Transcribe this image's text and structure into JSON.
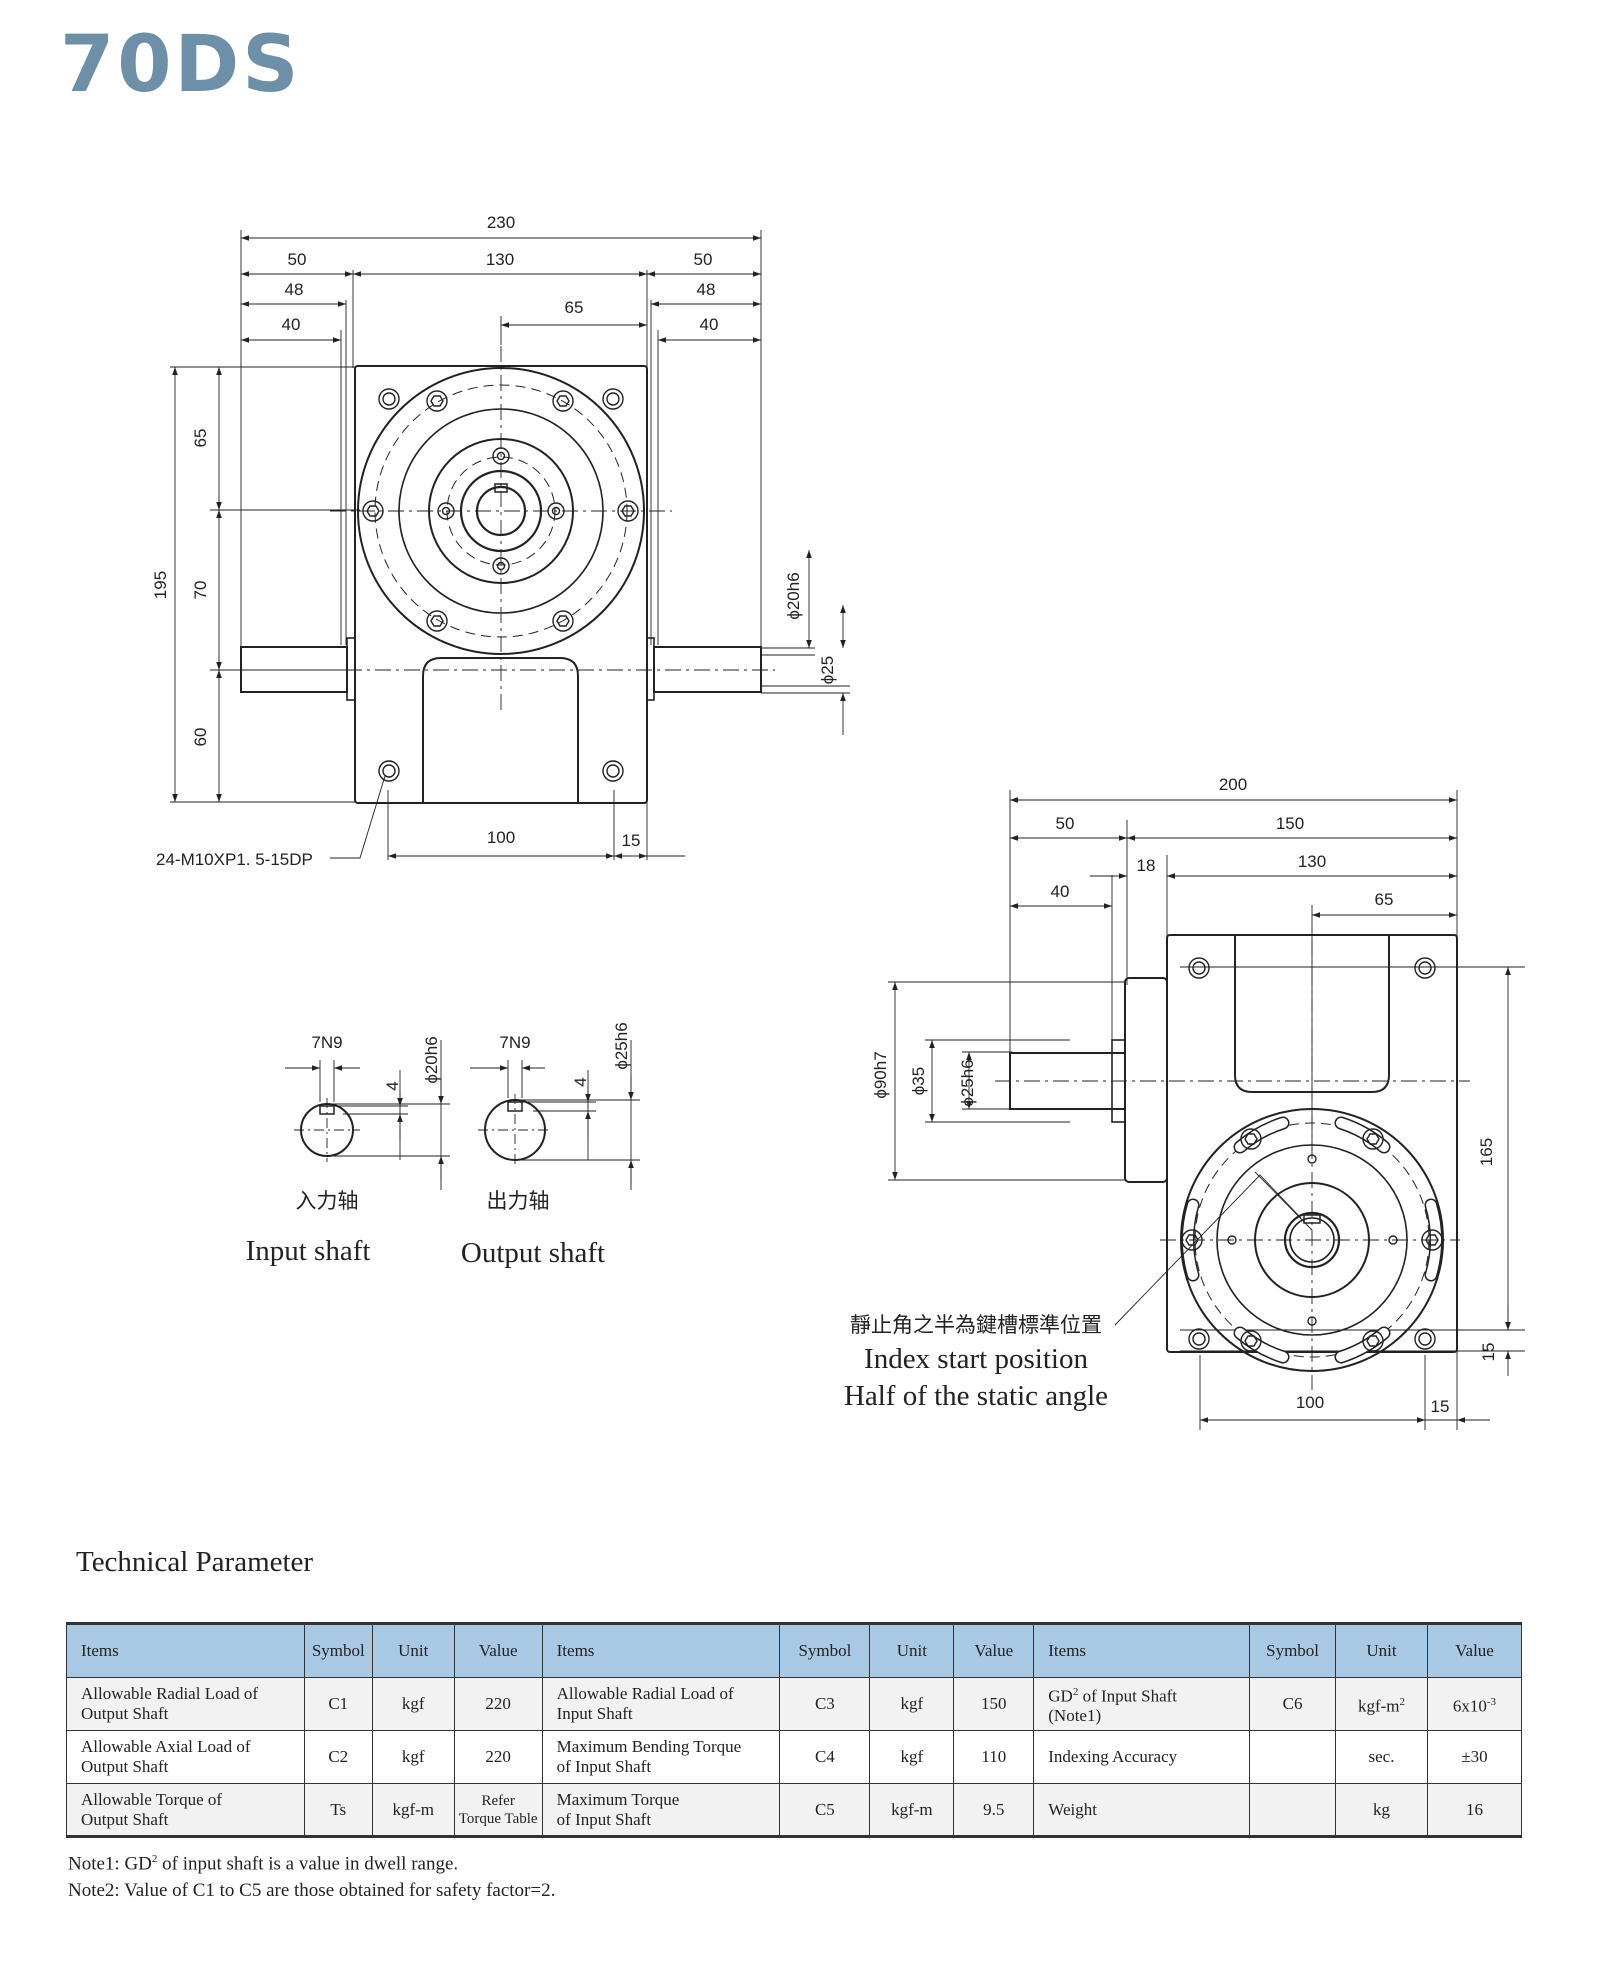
{
  "title": "70DS",
  "drawing": {
    "front_view": {
      "dims": [
        "230",
        "50",
        "130",
        "50",
        "48",
        "48",
        "40",
        "65",
        "40",
        "195",
        "65",
        "70",
        "60",
        "100",
        "15",
        "ϕ20h6",
        "ϕ25"
      ],
      "hole_callout": "24-M10XP1. 5-15DP"
    },
    "side_view": {
      "dims": [
        "200",
        "50",
        "150",
        "18",
        "130",
        "40",
        "65",
        "ϕ90h7",
        "ϕ35",
        "ϕ25h6",
        "165",
        "15",
        "100",
        "15"
      ],
      "note_cn": "靜止角之半為鍵槽標準位置",
      "note_en_1": "Index start position",
      "note_en_2": "Half of the static angle"
    },
    "shaft_sections": [
      {
        "key": "7N9",
        "depth": "4",
        "dia": "ϕ20h6",
        "label_cn": "入力轴",
        "label_en": "Input shaft"
      },
      {
        "key": "7N9",
        "depth": "4",
        "dia": "ϕ25h6",
        "label_cn": "出力轴",
        "label_en": "Output shaft"
      }
    ]
  },
  "tech_param": {
    "title": "Technical Parameter",
    "headers": [
      "Items",
      "Symbol",
      "Unit",
      "Value",
      "Items",
      "Symbol",
      "Unit",
      "Value",
      "Items",
      "Symbol",
      "Unit",
      "Value"
    ],
    "rows": [
      {
        "item1_l1": "Allowable Radial Load  of",
        "item1_l2": "Output Shaft",
        "sym1": "C1",
        "unit1": "kgf",
        "val1": "220",
        "item2_l1": "Allowable Radial Load of",
        "item2_l2": "Input Shaft",
        "sym2": "C3",
        "unit2": "kgf",
        "val2": "150",
        "item3_pre": "GD",
        "item3_sup": "2",
        "item3_post": " of Input Shaft",
        "item3_l2": "(Note1)",
        "sym3": "C6",
        "unit3_pre": "kgf-m",
        "unit3_sup": "2",
        "val3_pre": "6x10",
        "val3_sup": "-3"
      },
      {
        "item1_l1": "Allowable Axial Load of",
        "item1_l2": "Output Shaft",
        "sym1": "C2",
        "unit1": "kgf",
        "val1": "220",
        "item2_l1": "Maximum Bending Torque",
        "item2_l2": "of Input Shaft",
        "sym2": "C4",
        "unit2": "kgf",
        "val2": "110",
        "item3": "Indexing Accuracy",
        "sym3": "",
        "unit3": "sec.",
        "val3": "±30"
      },
      {
        "item1_l1": "Allowable Torque of",
        "item1_l2": "Output Shaft",
        "sym1": "Ts",
        "unit1": "kgf-m",
        "val1_l1": "Refer",
        "val1_l2": "Torque Table",
        "item2_l1": "Maximum Torque",
        "item2_l2": "of Input Shaft",
        "sym2": "C5",
        "unit2": "kgf-m",
        "val2": "9.5",
        "item3": "Weight",
        "sym3": "",
        "unit3": "kg",
        "val3": "16"
      }
    ]
  },
  "notes": {
    "note1_pre": "Note1: GD",
    "note1_sup": "2",
    "note1_post": " of input shaft is a value in dwell range.",
    "note2": "Note2: Value of  C1 to C5 are those obtained for safety factor=2."
  }
}
